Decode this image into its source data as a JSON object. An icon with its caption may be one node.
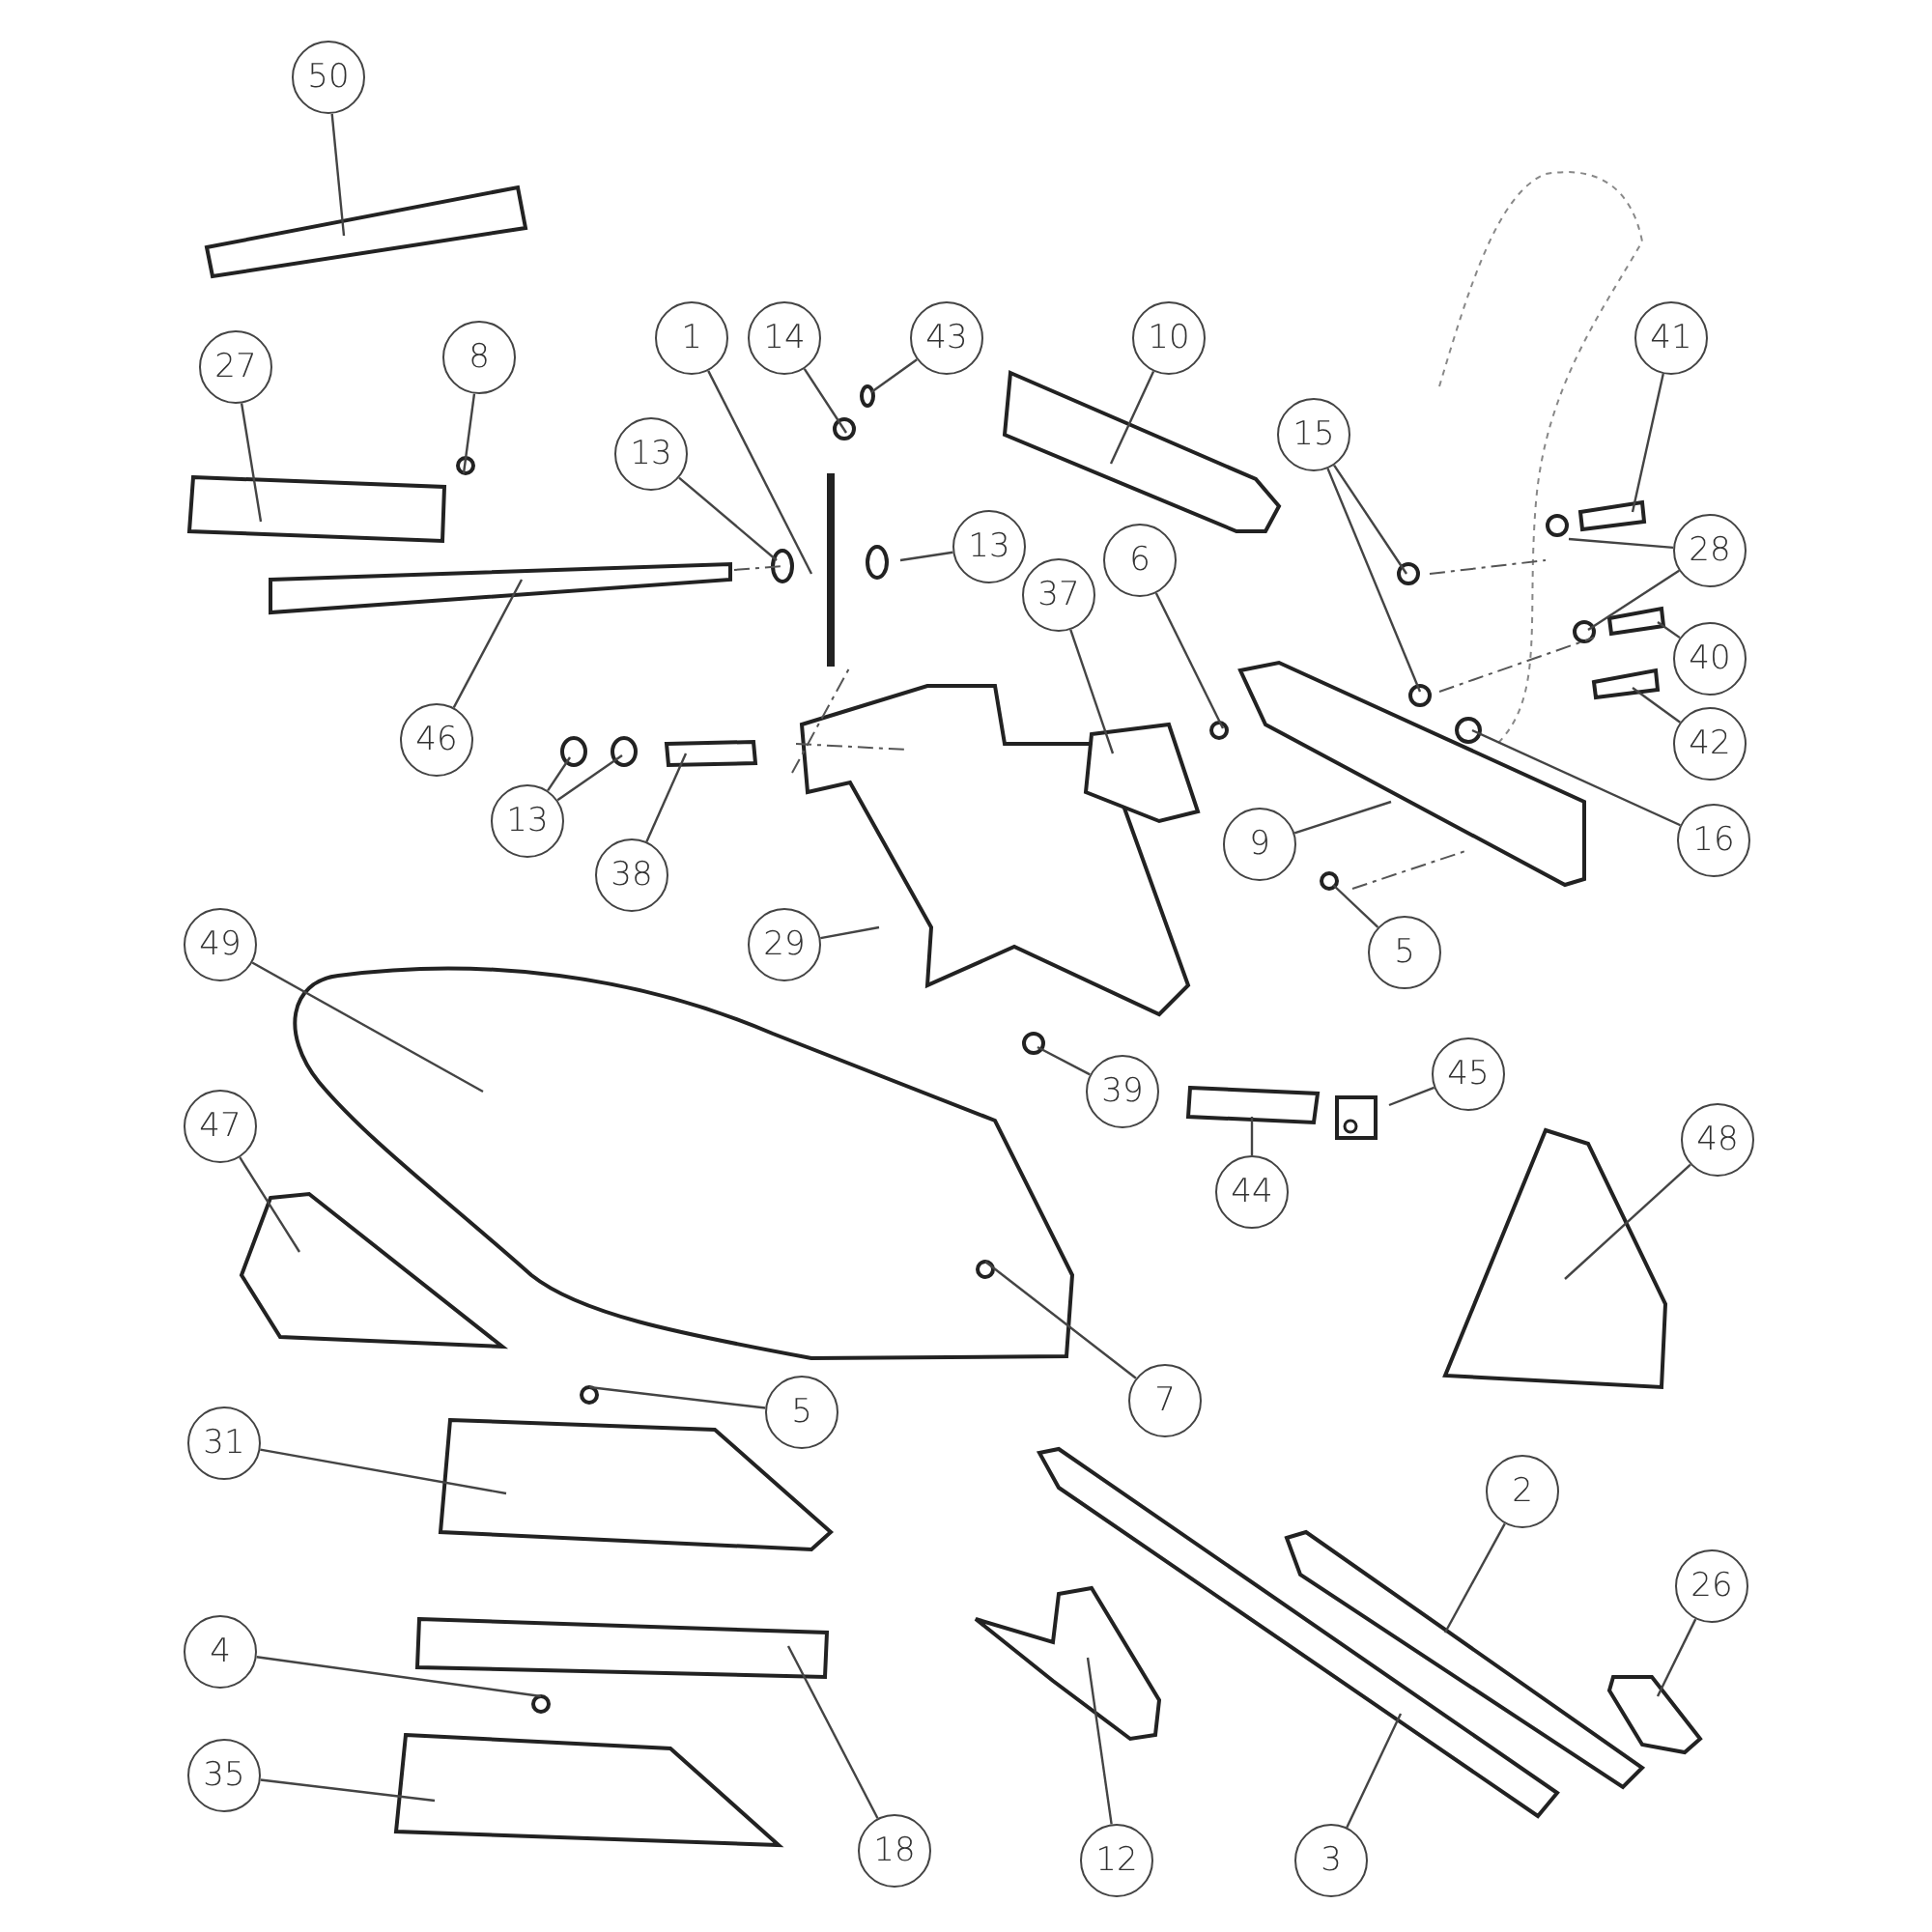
{
  "diagram": {
    "nodes": [
      {
        "text": [
          "50"
        ]
      },
      {
        "text": [
          "27"
        ]
      },
      {
        "text": [
          "8"
        ]
      },
      {
        "text": [
          "1"
        ]
      },
      {
        "text": [
          "14"
        ]
      },
      {
        "text": [
          "43"
        ]
      },
      {
        "text": [
          "10"
        ]
      },
      {
        "text": [
          "41"
        ]
      },
      {
        "text": [
          "13"
        ]
      },
      {
        "text": [
          "15"
        ]
      },
      {
        "text": [
          "13"
        ]
      },
      {
        "text": [
          "28"
        ]
      },
      {
        "text": [
          "6"
        ]
      },
      {
        "text": [
          "37"
        ]
      },
      {
        "text": [
          "40"
        ]
      },
      {
        "text": [
          "46"
        ]
      },
      {
        "text": [
          "42"
        ]
      },
      {
        "text": [
          "13"
        ]
      },
      {
        "text": [
          "9"
        ]
      },
      {
        "text": [
          "16"
        ]
      },
      {
        "text": [
          "38"
        ]
      },
      {
        "text": [
          "29"
        ]
      },
      {
        "text": [
          "5"
        ]
      },
      {
        "text": [
          "49"
        ]
      },
      {
        "text": [
          "39"
        ]
      },
      {
        "text": [
          "45"
        ]
      },
      {
        "text": [
          "44"
        ]
      },
      {
        "text": [
          "48"
        ]
      },
      {
        "text": [
          "47"
        ]
      },
      {
        "text": [
          "7"
        ]
      },
      {
        "text": [
          "5"
        ]
      },
      {
        "text": [
          "31"
        ]
      },
      {
        "text": [
          "2"
        ]
      },
      {
        "text": [
          "26"
        ]
      },
      {
        "text": [
          "4"
        ]
      },
      {
        "text": [
          "35"
        ]
      },
      {
        "text": [
          "18"
        ]
      },
      {
        "text": [
          "12"
        ]
      },
      {
        "text": [
          "3"
        ]
      }
    ],
    "edges": [
      {
        "from": 0,
        "to": null,
        "arrow": "none"
      },
      {
        "from": 1,
        "to": null,
        "arrow": "none"
      },
      {
        "from": 2,
        "to": null,
        "arrow": "none"
      },
      {
        "from": 3,
        "to": null,
        "arrow": "none"
      },
      {
        "from": 4,
        "to": null,
        "arrow": "none"
      },
      {
        "from": 5,
        "to": null,
        "arrow": "none"
      },
      {
        "from": 6,
        "to": null,
        "arrow": "none"
      },
      {
        "from": 7,
        "to": null,
        "arrow": "none"
      },
      {
        "from": 8,
        "to": null,
        "arrow": "none"
      },
      {
        "from": 9,
        "to": null,
        "arrow": "none"
      },
      {
        "from": 9,
        "to": null,
        "arrow": "none"
      },
      {
        "from": 10,
        "to": null,
        "arrow": "none"
      },
      {
        "from": 11,
        "to": null,
        "arrow": "none"
      },
      {
        "from": 11,
        "to": null,
        "arrow": "none"
      },
      {
        "from": 12,
        "to": null,
        "arrow": "none"
      },
      {
        "from": 13,
        "to": null,
        "arrow": "none"
      },
      {
        "from": 14,
        "to": null,
        "arrow": "none"
      },
      {
        "from": 15,
        "to": null,
        "arrow": "none"
      },
      {
        "from": 16,
        "to": null,
        "arrow": "none"
      },
      {
        "from": 17,
        "to": null,
        "arrow": "none"
      },
      {
        "from": 17,
        "to": null,
        "arrow": "none"
      },
      {
        "from": 18,
        "to": null,
        "arrow": "none"
      },
      {
        "from": 19,
        "to": null,
        "arrow": "none"
      },
      {
        "from": 20,
        "to": null,
        "arrow": "none"
      },
      {
        "from": 21,
        "to": null,
        "arrow": "none"
      },
      {
        "from": 22,
        "to": null,
        "arrow": "none"
      },
      {
        "from": 23,
        "to": null,
        "arrow": "none"
      },
      {
        "from": 24,
        "to": null,
        "arrow": "none"
      },
      {
        "from": 25,
        "to": null,
        "arrow": "none"
      },
      {
        "from": 26,
        "to": null,
        "arrow": "none"
      },
      {
        "from": 27,
        "to": null,
        "arrow": "none"
      },
      {
        "from": 28,
        "to": null,
        "arrow": "none"
      },
      {
        "from": 29,
        "to": null,
        "arrow": "none"
      },
      {
        "from": 30,
        "to": null,
        "arrow": "none"
      },
      {
        "from": 31,
        "to": null,
        "arrow": "none"
      },
      {
        "from": 32,
        "to": null,
        "arrow": "none"
      },
      {
        "from": 33,
        "to": null,
        "arrow": "none"
      },
      {
        "from": 34,
        "to": null,
        "arrow": "none"
      },
      {
        "from": 35,
        "to": null,
        "arrow": "none"
      },
      {
        "from": 36,
        "to": null,
        "arrow": "none"
      },
      {
        "from": 37,
        "to": null,
        "arrow": "none"
      },
      {
        "from": 38,
        "to": null,
        "arrow": "none"
      }
    ]
  }
}
